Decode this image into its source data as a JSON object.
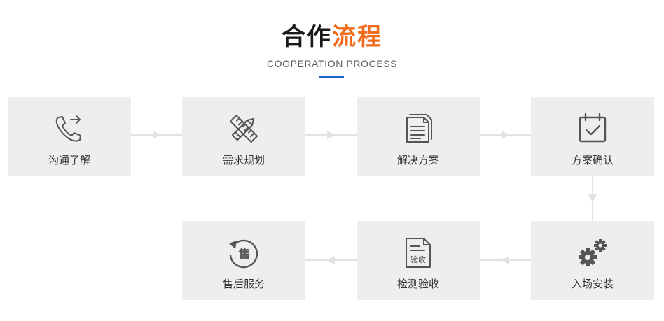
{
  "header": {
    "title_part1": "合作",
    "title_part2": "流程",
    "subtitle": "COOPERATION PROCESS"
  },
  "colors": {
    "title_text": "#1a1a1a",
    "title_accent": "#f26b1d",
    "underline_accent": "#1c64c8",
    "card_bg": "#eeeeee",
    "icon_stroke": "#555555",
    "connector": "#e2e2e2"
  },
  "steps": [
    {
      "label": "沟通了解",
      "icon": "phone-icon"
    },
    {
      "label": "需求规划",
      "icon": "pencil-ruler-icon"
    },
    {
      "label": "解决方案",
      "icon": "document-icon"
    },
    {
      "label": "方案确认",
      "icon": "calendar-check-icon"
    },
    {
      "label": "入场安装",
      "icon": "gears-icon"
    },
    {
      "label": "检测验收",
      "icon": "inspection-document-icon",
      "icon_text": "验收"
    },
    {
      "label": "售后服务",
      "icon": "after-sales-refresh-icon",
      "icon_text": "售"
    }
  ]
}
